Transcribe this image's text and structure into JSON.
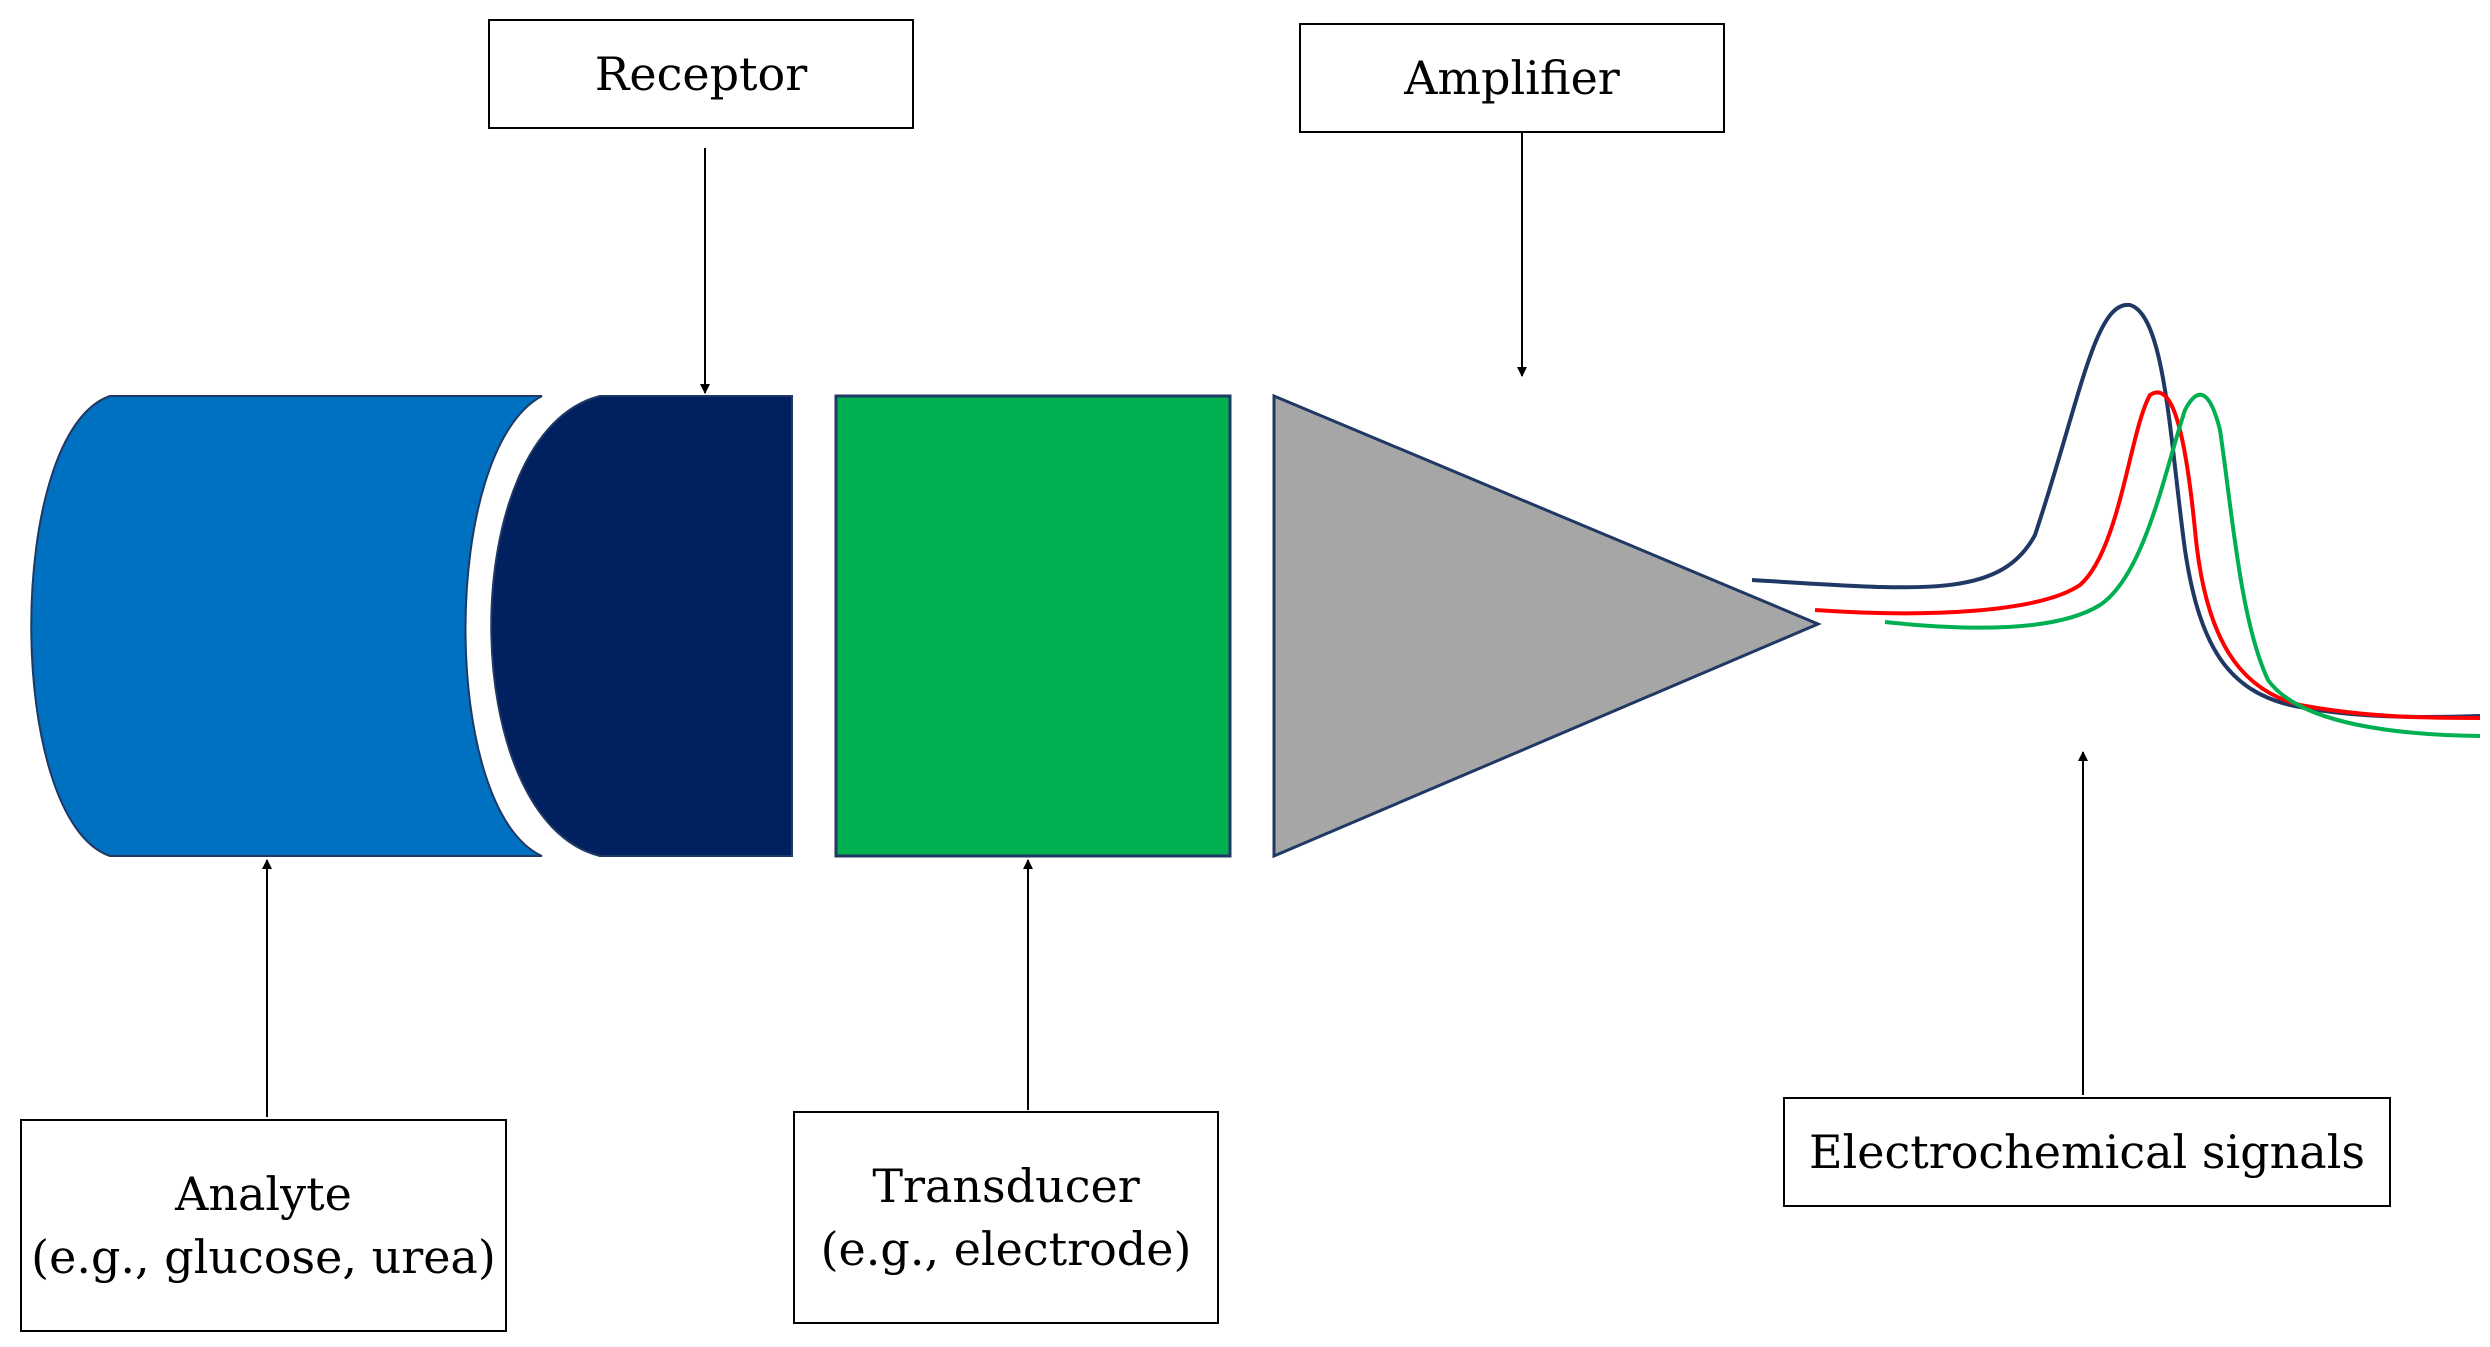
{
  "labels": {
    "receptor": "Receptor",
    "amplifier": "Amplifier",
    "analyte_line1": "Analyte",
    "analyte_line2": "(e.g., glucose, urea)",
    "transducer_line1": "Transducer",
    "transducer_line2": "(e.g., electrode)",
    "signals": "Electrochemical signals"
  },
  "colors": {
    "analyte": "#0070C0",
    "receptor": "#002060",
    "transducer": "#00B050",
    "amplifier": "#A6A6A6",
    "outline": "#1F3864",
    "signal_navy": "#1F3864",
    "signal_red": "#FF0000",
    "signal_green": "#00B050"
  }
}
